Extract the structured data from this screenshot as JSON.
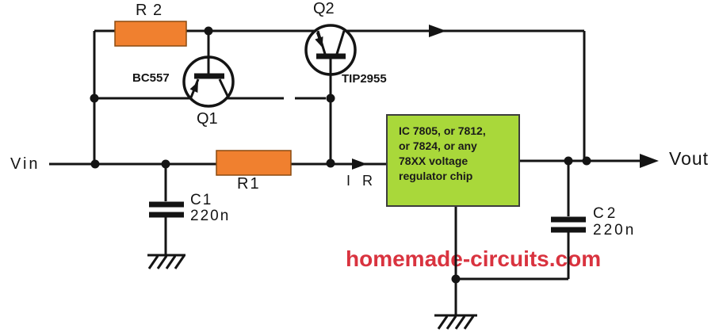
{
  "labels": {
    "vin": "Vin",
    "vout": "Vout",
    "r2": "R 2",
    "r1": "R1",
    "q1": "Q1",
    "q2": "Q2",
    "q1_part": "BC557",
    "q2_part": "TIP2955",
    "c1_name": "C1",
    "c1_value": "220n",
    "c2_name": "C2",
    "c2_value": "220n",
    "current": "I R",
    "watermark": "homemade-circuits.com"
  },
  "ic_box": {
    "line1": "IC 7805, or 7812,",
    "line2": "or 7824, or any",
    "line3": "78XX voltage",
    "line4": "regulator chip"
  },
  "colors": {
    "wire": "#141414",
    "resistor_fill": "#F0802F",
    "resistor_border": "#8a4a10",
    "ic_fill": "#A9D83A",
    "ic_border": "#3c3c3c",
    "watermark_red": "#D9333F"
  }
}
